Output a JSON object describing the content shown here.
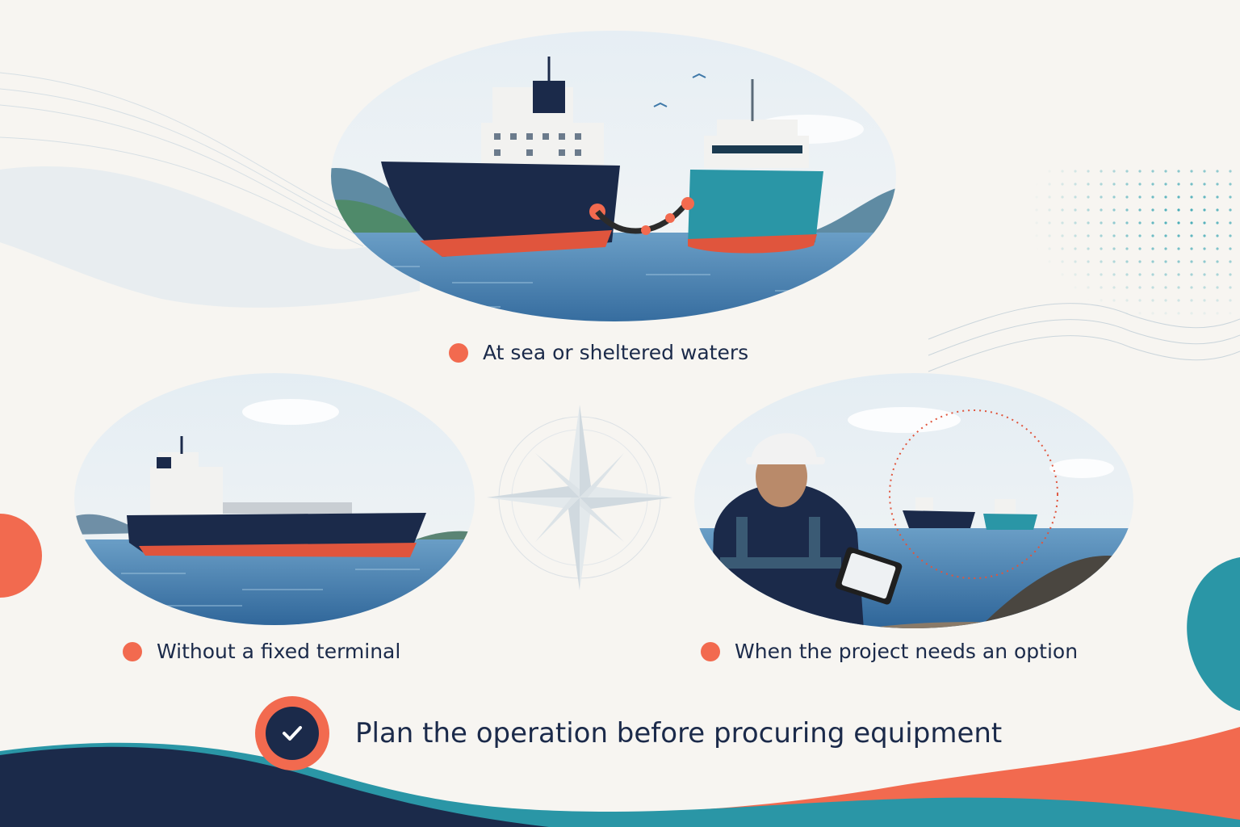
{
  "captions": {
    "top": "At sea or sheltered waters",
    "left": "Without a fixed terminal",
    "right": "When the project needs an option"
  },
  "cta": {
    "label": "Plan the operation before procuring equipment",
    "icon": "check-icon"
  },
  "colors": {
    "accent": "#f26a4f",
    "navy": "#1b2a4a",
    "teal": "#2a96a6",
    "sea": "#3e78a8",
    "background": "#f7f5f1"
  },
  "illustrations": {
    "top": "ship-to-ship-transfer",
    "left": "tanker-at-sea",
    "right": "engineer-with-tablet-observing-ships"
  }
}
